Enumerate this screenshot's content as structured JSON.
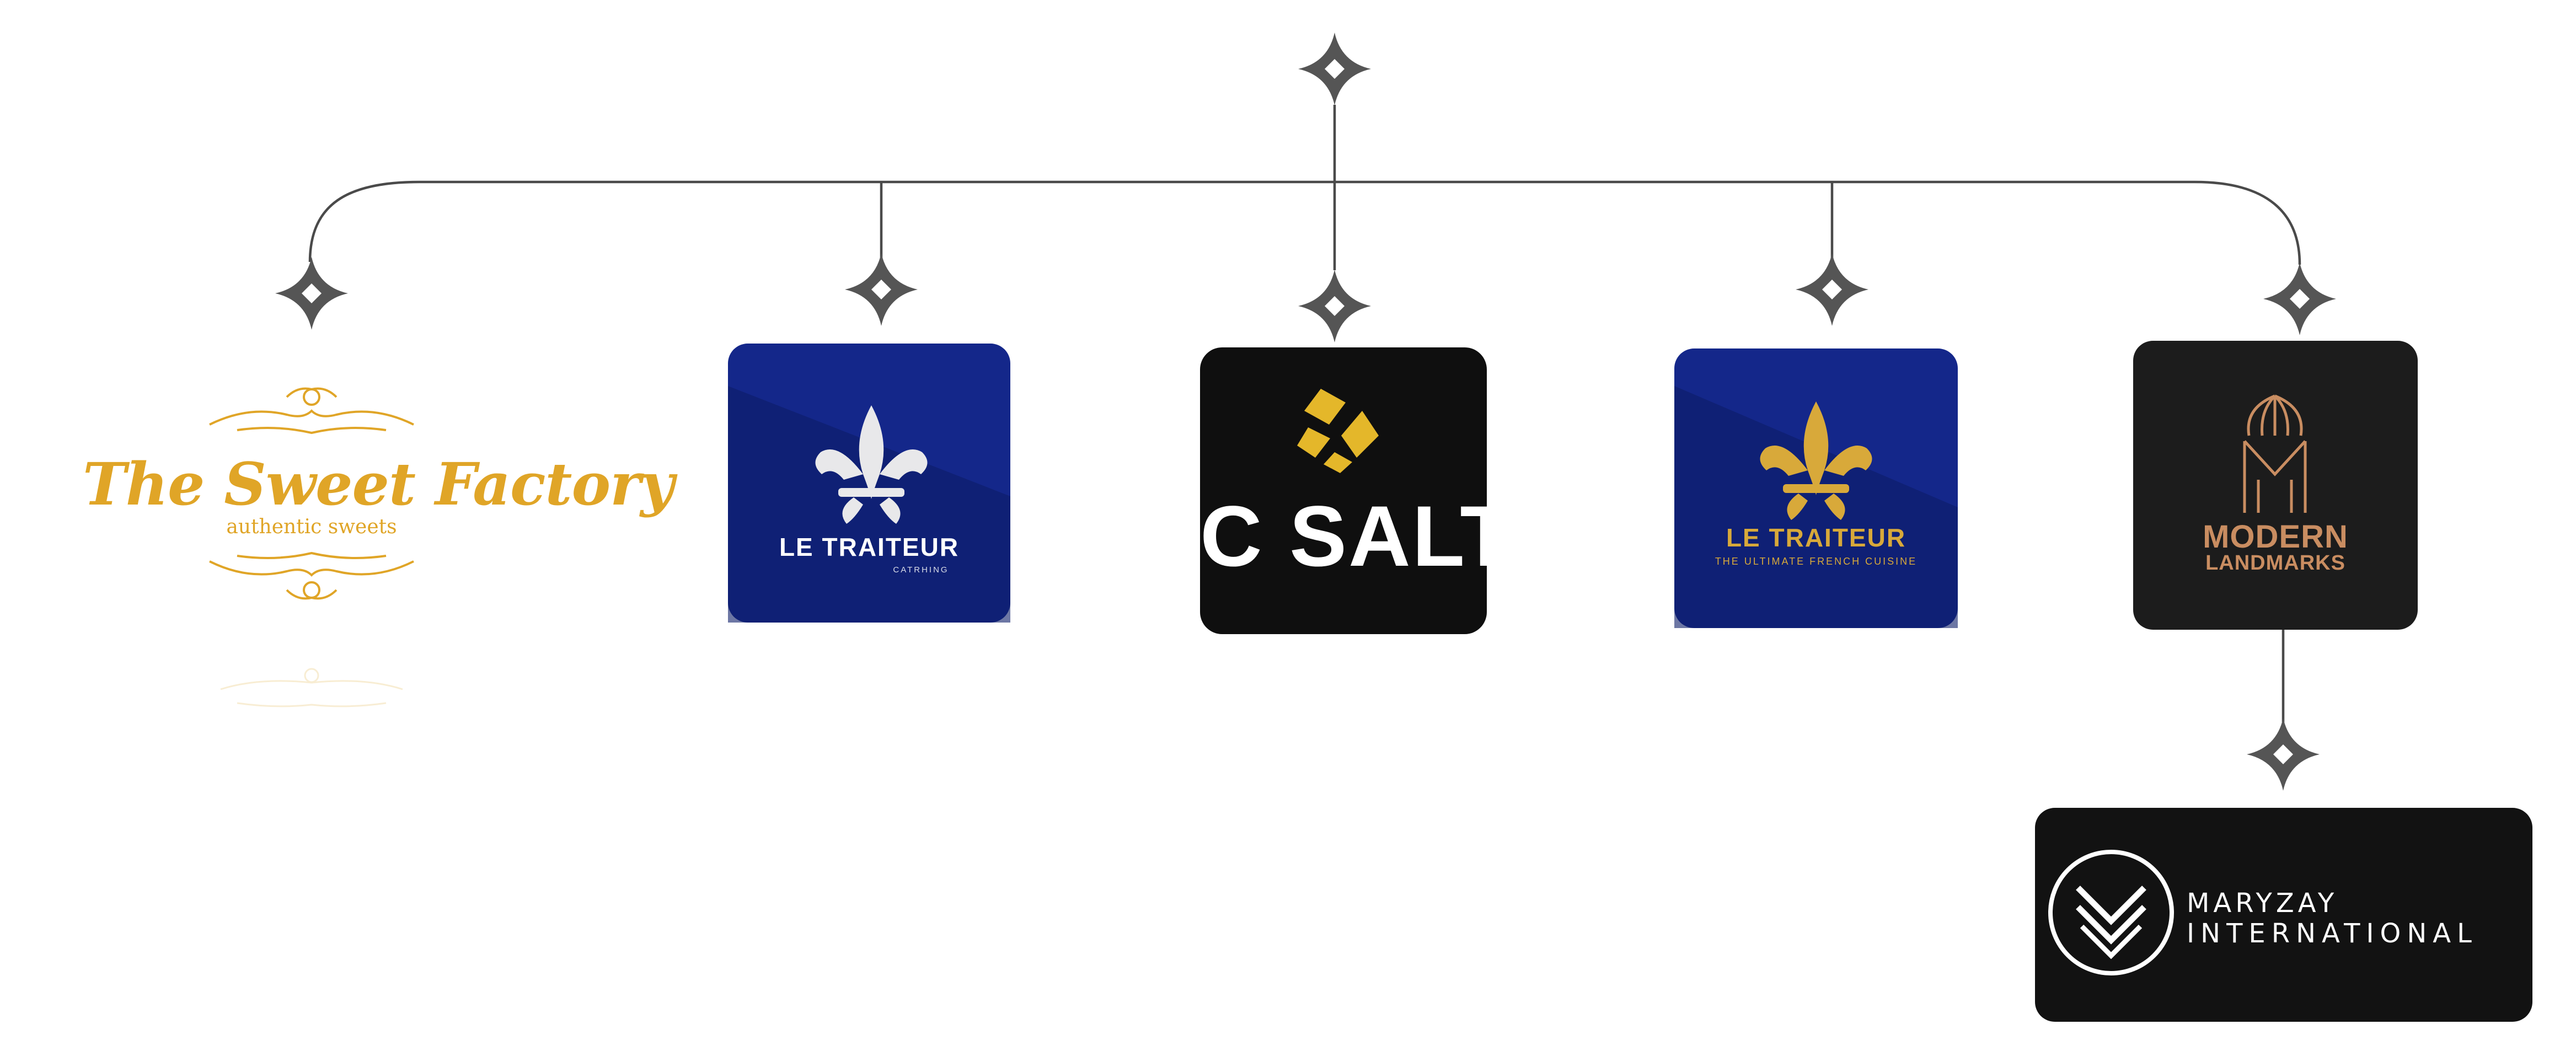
{
  "colors": {
    "connector": "#4a4a4a",
    "diamond": "#555555",
    "gold": "#e0a527",
    "blue_bg": "#14278a",
    "black_bg": "#0f0f0f",
    "copper": "#c98d61"
  },
  "logos": {
    "sweet_factory": {
      "name": "The Sweet Factory",
      "tagline": "authentic sweets"
    },
    "le_traiteur_catering": {
      "name": "LE TRAITEUR",
      "tagline": "CATRHING"
    },
    "c_salt": {
      "name": "C SALT"
    },
    "le_traiteur_cuisine": {
      "name": "LE TRAITEUR",
      "tagline": "THE ULTIMATE FRENCH CUISINE"
    },
    "modern_landmarks": {
      "line1": "MODERN",
      "line2": "LANDMARKS"
    },
    "maryzay": {
      "line1": "MARYZAY",
      "line2": "INTERNATIONAL"
    }
  }
}
